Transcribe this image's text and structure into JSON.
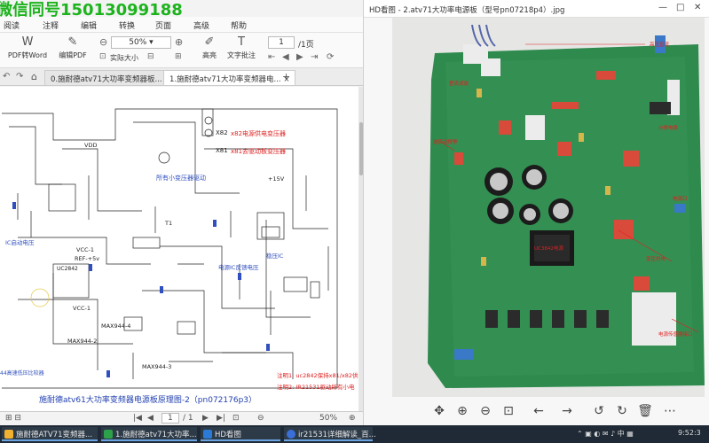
{
  "watermark": "微信同号15013099188",
  "pdf": {
    "menu": [
      "阅读",
      "注释",
      "编辑",
      "转换",
      "页面",
      "高级",
      "帮助"
    ],
    "toolbar": {
      "pdf_to_word": "PDF转Word",
      "edit_pdf": "编辑PDF",
      "zoom": "50%",
      "actual_size": "实际大小",
      "highlight": "高亮",
      "text_annot": "文字批注",
      "page_current": "1",
      "page_total": "/1页"
    },
    "tabs": [
      "0.施耐德atv71大功率变频器板...",
      "1.施耐德atv71大功率变频器电..."
    ],
    "schematic": {
      "labels": {
        "x82": "X82",
        "x81": "X81",
        "x82_note": "x82电源供电变压器",
        "x81_note": "x81去驱动板变压器",
        "vdd": "VDD",
        "all_small_tr": "所有小变压器驱动",
        "plus15v": "+15V",
        "vcc1": "VCC-1",
        "ref5v": "REF-+5v",
        "uc2842": "UC2842",
        "ic_start": "IC启动电压",
        "reg_ic": "稳压IC",
        "pwr_ic": "电源IC反馈电压",
        "vcc1b": "VCC-1",
        "max944_4": "MAX944-4",
        "max944_2": "MAX944-2",
        "max944_3": "MAX944-3",
        "t1": "T1",
        "note1": "注明1: uc2842保持x81/x82供",
        "note2": "注明2: IR21531驱动所有小电",
        "hv_comp": "44高速低压比较器",
        "caption": "施耐德atv61大功率变频器电源板原理图-2（pn072176p3）"
      }
    },
    "status": {
      "page_current": "1",
      "page_total": "/ 1",
      "zoom": "50%"
    }
  },
  "photo_viewer": {
    "title": "HD看图 - 2.atv71大功率电源板（型号pn07218p4）.jpg",
    "labels": {
      "red1": "高压直流",
      "red2": "分频电路",
      "red3": "整流滤波",
      "red4": "选择动报警",
      "red5": "UC3842电源",
      "red6": "变压供电",
      "red7": "电源传感器接口",
      "red8": "电源口"
    }
  },
  "taskbar": {
    "tasks": [
      {
        "label": "施耐德ATV71变频器...",
        "color": "#f0b030"
      },
      {
        "label": "1.施耐德atv71大功率...",
        "color": "#2da04a"
      },
      {
        "label": "HD看图",
        "color": "#2a7ad6"
      },
      {
        "label": "ir21531详细解读_百...",
        "color": "#3a6fd8"
      }
    ],
    "time": "9:52:3"
  },
  "colors": {
    "watermark": "#1db31d",
    "pcb": "#2f8a4e",
    "schematic_line": "#222222",
    "annotation_red": "#e02020"
  }
}
